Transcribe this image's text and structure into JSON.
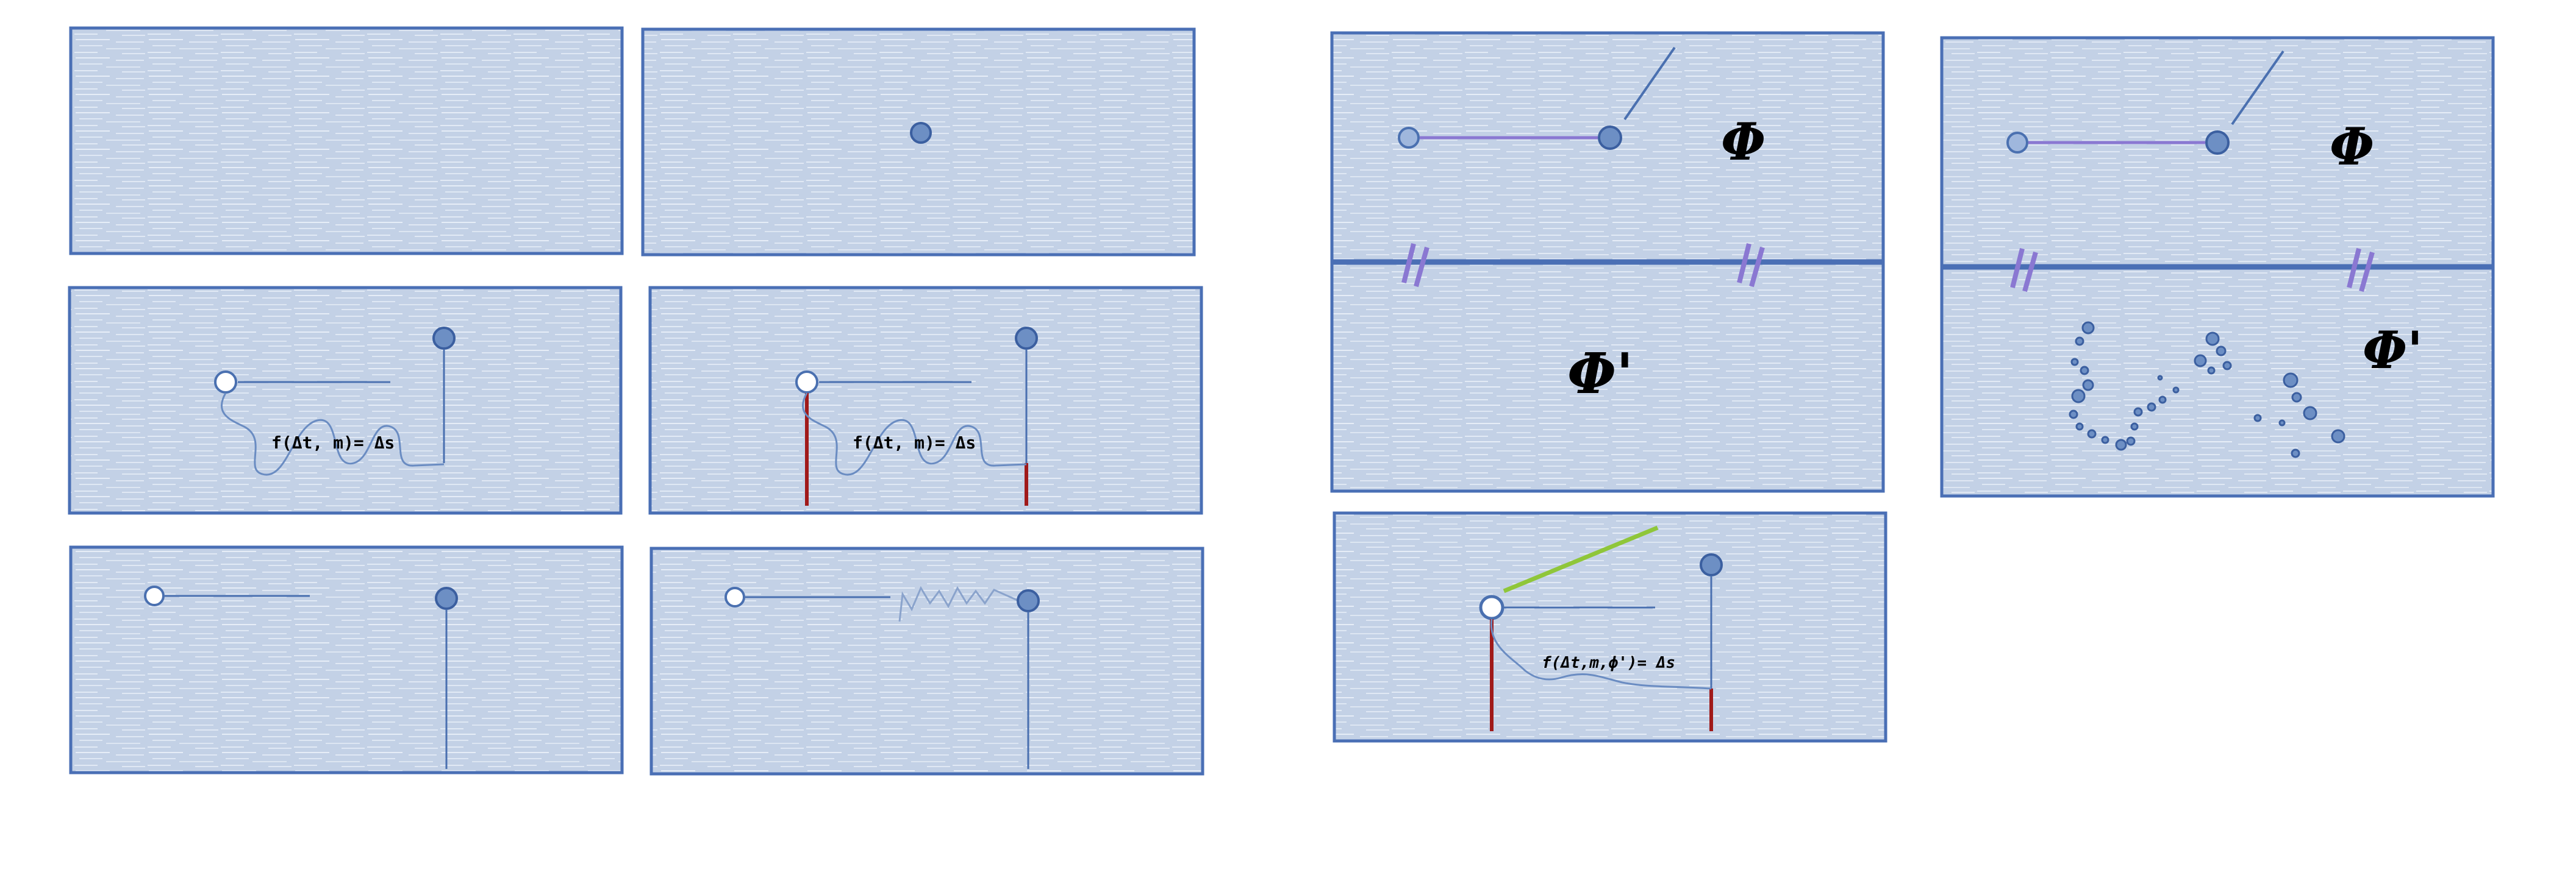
{
  "colors": {
    "panel_fill": "#c3d1e6",
    "panel_border": "#4a6fb5",
    "line_blue": "#4a70b0",
    "purple": "#8a78d2",
    "red": "#a01a1a",
    "green": "#8fc63a",
    "ink": "#000000"
  },
  "labels": {
    "eq_fm": "f(Δt, m)= Δs",
    "eq_fm_red": "f(Δt, m)= Δs",
    "eq_phi": "f(Δt,m,ϕ')= Δs",
    "phi": "Φ",
    "phi_prime": "Φ'",
    "parallel_mark": "//"
  }
}
